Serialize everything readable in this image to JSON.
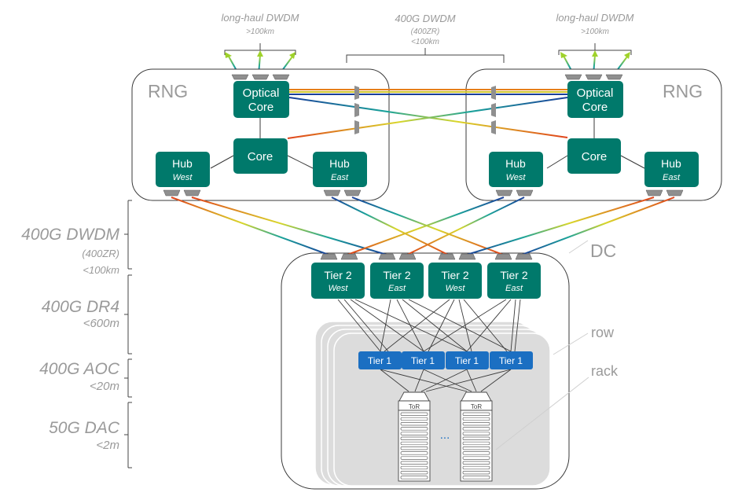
{
  "colors": {
    "node_fill": "#00796b",
    "tier1_fill": "#1b6fc2",
    "region_stroke": "#3a3a3a",
    "port_fill": "#8f8f8f",
    "gray_text": "#9a9a9a",
    "row_fill": "#dcdcdc"
  },
  "top": {
    "long_haul_left": {
      "title": "long-haul DWDM",
      "distance": ">100km"
    },
    "center": {
      "title": "400G DWDM",
      "sub": "(400ZR)",
      "distance": "<100km"
    },
    "long_haul_right": {
      "title": "long-haul DWDM",
      "distance": ">100km"
    }
  },
  "rng_left": {
    "label": "RNG",
    "optical_core": [
      "Optical",
      "Core"
    ],
    "core": "Core",
    "hub_west": {
      "title": "Hub",
      "sub": "West"
    },
    "hub_east": {
      "title": "Hub",
      "sub": "East"
    }
  },
  "rng_right": {
    "label": "RNG",
    "optical_core": [
      "Optical",
      "Core"
    ],
    "core": "Core",
    "hub_west": {
      "title": "Hub",
      "sub": "West"
    },
    "hub_east": {
      "title": "Hub",
      "sub": "East"
    }
  },
  "dc": {
    "label": "DC",
    "tier2": [
      {
        "title": "Tier 2",
        "sub": "West"
      },
      {
        "title": "Tier 2",
        "sub": "East"
      },
      {
        "title": "Tier 2",
        "sub": "West"
      },
      {
        "title": "Tier 2",
        "sub": "East"
      }
    ],
    "tier1": [
      "Tier 1",
      "Tier 1",
      "Tier 1",
      "Tier 1"
    ],
    "tor": [
      "ToR",
      "ToR"
    ],
    "ellipsis": "...",
    "row_label": "row",
    "rack_label": "rack"
  },
  "link_types": [
    {
      "name": "400G DWDM",
      "sub": "(400ZR)",
      "distance": "<100km"
    },
    {
      "name": "400G DR4",
      "distance": "<600m"
    },
    {
      "name": "400G AOC",
      "distance": "<20m"
    },
    {
      "name": "50G DAC",
      "distance": "<2m"
    }
  ]
}
